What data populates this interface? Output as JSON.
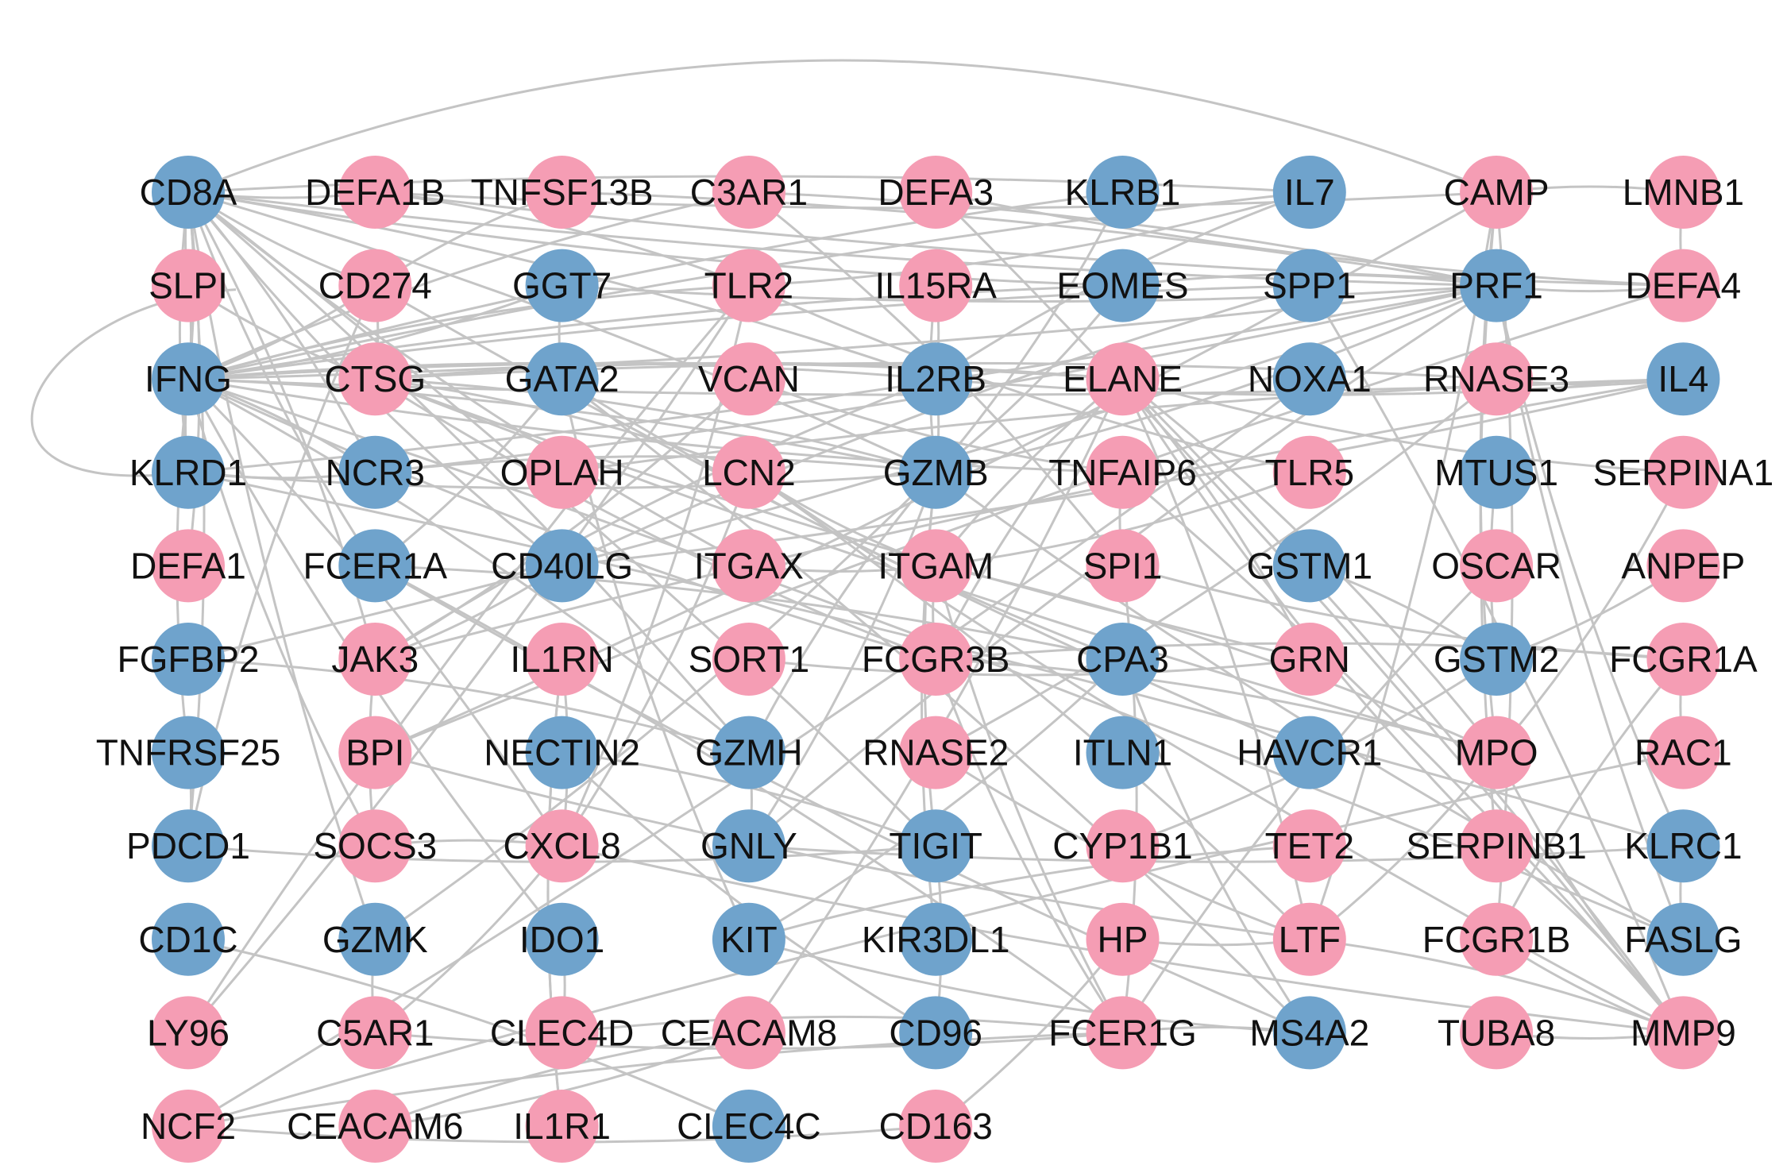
{
  "colors": {
    "down": "#6fa3cc",
    "up": "#f59db4",
    "edge": "#c4c4c4",
    "label": "#111111",
    "background": "#ffffff"
  },
  "network": {
    "nodes": [
      {
        "id": "CD8A",
        "group": "down"
      },
      {
        "id": "DEFA1B",
        "group": "up"
      },
      {
        "id": "TNFSF13B",
        "group": "up"
      },
      {
        "id": "C3AR1",
        "group": "up"
      },
      {
        "id": "DEFA3",
        "group": "up"
      },
      {
        "id": "KLRB1",
        "group": "down"
      },
      {
        "id": "IL7",
        "group": "down"
      },
      {
        "id": "CAMP",
        "group": "up"
      },
      {
        "id": "LMNB1",
        "group": "up"
      },
      {
        "id": "SLPI",
        "group": "up"
      },
      {
        "id": "CD274",
        "group": "up"
      },
      {
        "id": "GGT7",
        "group": "down"
      },
      {
        "id": "TLR2",
        "group": "up"
      },
      {
        "id": "IL15RA",
        "group": "up"
      },
      {
        "id": "EOMES",
        "group": "down"
      },
      {
        "id": "SPP1",
        "group": "down"
      },
      {
        "id": "PRF1",
        "group": "down"
      },
      {
        "id": "DEFA4",
        "group": "up"
      },
      {
        "id": "IFNG",
        "group": "down"
      },
      {
        "id": "CTSG",
        "group": "up"
      },
      {
        "id": "GATA2",
        "group": "down"
      },
      {
        "id": "VCAN",
        "group": "up"
      },
      {
        "id": "IL2RB",
        "group": "down"
      },
      {
        "id": "ELANE",
        "group": "up"
      },
      {
        "id": "NOXA1",
        "group": "down"
      },
      {
        "id": "RNASE3",
        "group": "up"
      },
      {
        "id": "IL4",
        "group": "down"
      },
      {
        "id": "KLRD1",
        "group": "down"
      },
      {
        "id": "NCR3",
        "group": "down"
      },
      {
        "id": "OPLAH",
        "group": "up"
      },
      {
        "id": "LCN2",
        "group": "up"
      },
      {
        "id": "GZMB",
        "group": "down"
      },
      {
        "id": "TNFAIP6",
        "group": "up"
      },
      {
        "id": "TLR5",
        "group": "up"
      },
      {
        "id": "MTUS1",
        "group": "down"
      },
      {
        "id": "SERPINA1",
        "group": "up"
      },
      {
        "id": "DEFA1",
        "group": "up"
      },
      {
        "id": "FCER1A",
        "group": "down"
      },
      {
        "id": "CD40LG",
        "group": "down"
      },
      {
        "id": "ITGAX",
        "group": "up"
      },
      {
        "id": "ITGAM",
        "group": "up"
      },
      {
        "id": "SPI1",
        "group": "up"
      },
      {
        "id": "GSTM1",
        "group": "down"
      },
      {
        "id": "OSCAR",
        "group": "up"
      },
      {
        "id": "ANPEP",
        "group": "up"
      },
      {
        "id": "FGFBP2",
        "group": "down"
      },
      {
        "id": "JAK3",
        "group": "up"
      },
      {
        "id": "IL1RN",
        "group": "up"
      },
      {
        "id": "SORT1",
        "group": "up"
      },
      {
        "id": "FCGR3B",
        "group": "up"
      },
      {
        "id": "CPA3",
        "group": "down"
      },
      {
        "id": "GRN",
        "group": "up"
      },
      {
        "id": "GSTM2",
        "group": "down"
      },
      {
        "id": "FCGR1A",
        "group": "up"
      },
      {
        "id": "TNFRSF25",
        "group": "down"
      },
      {
        "id": "BPI",
        "group": "up"
      },
      {
        "id": "NECTIN2",
        "group": "down"
      },
      {
        "id": "GZMH",
        "group": "down"
      },
      {
        "id": "RNASE2",
        "group": "up"
      },
      {
        "id": "ITLN1",
        "group": "down"
      },
      {
        "id": "HAVCR1",
        "group": "down"
      },
      {
        "id": "MPO",
        "group": "up"
      },
      {
        "id": "RAC1",
        "group": "up"
      },
      {
        "id": "PDCD1",
        "group": "down"
      },
      {
        "id": "SOCS3",
        "group": "up"
      },
      {
        "id": "CXCL8",
        "group": "up"
      },
      {
        "id": "GNLY",
        "group": "down"
      },
      {
        "id": "TIGIT",
        "group": "down"
      },
      {
        "id": "CYP1B1",
        "group": "up"
      },
      {
        "id": "TET2",
        "group": "up"
      },
      {
        "id": "SERPINB1",
        "group": "up"
      },
      {
        "id": "KLRC1",
        "group": "down"
      },
      {
        "id": "CD1C",
        "group": "down"
      },
      {
        "id": "GZMK",
        "group": "down"
      },
      {
        "id": "IDO1",
        "group": "down"
      },
      {
        "id": "KIT",
        "group": "down"
      },
      {
        "id": "KIR3DL1",
        "group": "down"
      },
      {
        "id": "HP",
        "group": "up"
      },
      {
        "id": "LTF",
        "group": "up"
      },
      {
        "id": "FCGR1B",
        "group": "up"
      },
      {
        "id": "FASLG",
        "group": "down"
      },
      {
        "id": "LY96",
        "group": "up"
      },
      {
        "id": "C5AR1",
        "group": "up"
      },
      {
        "id": "CLEC4D",
        "group": "up"
      },
      {
        "id": "CEACAM8",
        "group": "up"
      },
      {
        "id": "CD96",
        "group": "down"
      },
      {
        "id": "FCER1G",
        "group": "up"
      },
      {
        "id": "MS4A2",
        "group": "down"
      },
      {
        "id": "TUBA8",
        "group": "up"
      },
      {
        "id": "MMP9",
        "group": "up"
      },
      {
        "id": "NCF2",
        "group": "up"
      },
      {
        "id": "CEACAM6",
        "group": "up"
      },
      {
        "id": "IL1R1",
        "group": "up"
      },
      {
        "id": "CLEC4C",
        "group": "down"
      },
      {
        "id": "CD163",
        "group": "up"
      }
    ],
    "edges": [
      [
        "CD8A",
        "CAMP"
      ],
      [
        "CD8A",
        "SLPI"
      ],
      [
        "CD8A",
        "IFNG"
      ],
      [
        "CD8A",
        "KLRD1"
      ],
      [
        "CD8A",
        "GZMB"
      ],
      [
        "CD8A",
        "PRF1"
      ],
      [
        "CD8A",
        "IL7"
      ],
      [
        "CD8A",
        "CD274"
      ],
      [
        "CD8A",
        "NCR3"
      ],
      [
        "CD8A",
        "CD40LG"
      ],
      [
        "CD8A",
        "GZMH"
      ],
      [
        "CD8A",
        "GZMK"
      ],
      [
        "CD8A",
        "IL2RB"
      ],
      [
        "CD8A",
        "EOMES"
      ],
      [
        "CD8A",
        "TIGIT"
      ],
      [
        "CD8A",
        "FCER1A"
      ],
      [
        "CD8A",
        "JAK3"
      ],
      [
        "CD8A",
        "DEFA1B"
      ],
      [
        "CD8A",
        "PDCD1"
      ],
      [
        "DEFA1B",
        "DEFA4"
      ],
      [
        "DEFA1B",
        "TLR2"
      ],
      [
        "DEFA1B",
        "CAMP"
      ],
      [
        "TNFSF13B",
        "PRF1"
      ],
      [
        "TNFSF13B",
        "CD274"
      ],
      [
        "C3AR1",
        "SPI1"
      ],
      [
        "C3AR1",
        "IFNG"
      ],
      [
        "C3AR1",
        "PRF1"
      ],
      [
        "DEFA3",
        "DEFA4"
      ],
      [
        "DEFA3",
        "MMP9"
      ],
      [
        "KLRB1",
        "IFNG"
      ],
      [
        "KLRB1",
        "GZMB"
      ],
      [
        "IL7",
        "IFNG"
      ],
      [
        "IL7",
        "TLR2"
      ],
      [
        "IL7",
        "IL2RB"
      ],
      [
        "CAMP",
        "LTF"
      ],
      [
        "CAMP",
        "MPO"
      ],
      [
        "CAMP",
        "LMNB1"
      ],
      [
        "CAMP",
        "SERPINB1"
      ],
      [
        "CAMP",
        "FCGR1B"
      ],
      [
        "LMNB1",
        "DEFA4"
      ],
      [
        "SLPI",
        "IFNG"
      ],
      [
        "SLPI",
        "CTSG"
      ],
      [
        "CD274",
        "IFNG"
      ],
      [
        "CD274",
        "PDCD1"
      ],
      [
        "CD274",
        "CTSG"
      ],
      [
        "GGT7",
        "GATA2"
      ],
      [
        "GGT7",
        "IFNG"
      ],
      [
        "GGT7",
        "PRF1"
      ],
      [
        "TLR2",
        "CXCL8"
      ],
      [
        "TLR2",
        "TLR5"
      ],
      [
        "TLR2",
        "LY96"
      ],
      [
        "TLR2",
        "IFNG"
      ],
      [
        "IL15RA",
        "IL2RB"
      ],
      [
        "IL15RA",
        "GZMB"
      ],
      [
        "EOMES",
        "GZMB"
      ],
      [
        "EOMES",
        "IFNG"
      ],
      [
        "EOMES",
        "PRF1"
      ],
      [
        "SPP1",
        "CD40LG"
      ],
      [
        "SPP1",
        "MMP9"
      ],
      [
        "SPP1",
        "IFNG"
      ],
      [
        "PRF1",
        "GZMB"
      ],
      [
        "PRF1",
        "GNLY"
      ],
      [
        "PRF1",
        "KLRD1"
      ],
      [
        "PRF1",
        "FASLG"
      ],
      [
        "PRF1",
        "IFNG"
      ],
      [
        "PRF1",
        "KLRC1"
      ],
      [
        "PRF1",
        "NCR3"
      ],
      [
        "PRF1",
        "DEFA4"
      ],
      [
        "IFNG",
        "GZMB"
      ],
      [
        "IFNG",
        "KLRD1"
      ],
      [
        "IFNG",
        "NCR3"
      ],
      [
        "IFNG",
        "IL4"
      ],
      [
        "IFNG",
        "CXCL8"
      ],
      [
        "IFNG",
        "IDO1"
      ],
      [
        "IFNG",
        "IL2RB"
      ],
      [
        "IFNG",
        "SOCS3"
      ],
      [
        "IFNG",
        "FASLG"
      ],
      [
        "IFNG",
        "TNFRSF25"
      ],
      [
        "IFNG",
        "GZMH"
      ],
      [
        "IFNG",
        "FCGR3B"
      ],
      [
        "IFNG",
        "ELANE"
      ],
      [
        "IFNG",
        "TNFAIP6"
      ],
      [
        "CTSG",
        "ELANE"
      ],
      [
        "CTSG",
        "MPO"
      ],
      [
        "CTSG",
        "LCN2"
      ],
      [
        "CTSG",
        "GRN"
      ],
      [
        "CTSG",
        "GZMB"
      ],
      [
        "CTSG",
        "FCGR3B"
      ],
      [
        "CTSG",
        "RNASE3"
      ],
      [
        "GATA2",
        "KIT"
      ],
      [
        "GATA2",
        "MS4A2"
      ],
      [
        "GATA2",
        "CPA3"
      ],
      [
        "GATA2",
        "FCER1A"
      ],
      [
        "VCAN",
        "TNFAIP6"
      ],
      [
        "VCAN",
        "JAK3"
      ],
      [
        "IL2RB",
        "JAK3"
      ],
      [
        "IL2RB",
        "GZMB"
      ],
      [
        "IL2RB",
        "IL4"
      ],
      [
        "ELANE",
        "MPO"
      ],
      [
        "ELANE",
        "SERPINA1"
      ],
      [
        "ELANE",
        "LTF"
      ],
      [
        "ELANE",
        "SERPINB1"
      ],
      [
        "ELANE",
        "MMP9"
      ],
      [
        "ELANE",
        "FCGR3B"
      ],
      [
        "ELANE",
        "CEACAM8"
      ],
      [
        "ELANE",
        "ITGAM"
      ],
      [
        "NOXA1",
        "NCF2"
      ],
      [
        "RNASE3",
        "IL4"
      ],
      [
        "RNASE3",
        "RNASE2"
      ],
      [
        "KLRD1",
        "GZMB"
      ],
      [
        "KLRD1",
        "KLRC1"
      ],
      [
        "KLRD1",
        "NCR3"
      ],
      [
        "NCR3",
        "GZMB"
      ],
      [
        "NCR3",
        "IFNG"
      ],
      [
        "OPLAH",
        "IL4"
      ],
      [
        "LCN2",
        "MMP9"
      ],
      [
        "LCN2",
        "LTF"
      ],
      [
        "LCN2",
        "ITGAM"
      ],
      [
        "LCN2",
        "CXCL8"
      ],
      [
        "GZMB",
        "GZMH"
      ],
      [
        "GZMB",
        "GNLY"
      ],
      [
        "GZMB",
        "TIGIT"
      ],
      [
        "GZMB",
        "GZMK"
      ],
      [
        "GZMB",
        "FASLG"
      ],
      [
        "TNFAIP6",
        "MMP9"
      ],
      [
        "TNFAIP6",
        "SPI1"
      ],
      [
        "TLR5",
        "ITGAM"
      ],
      [
        "MTUS1",
        "GSTM2"
      ],
      [
        "SERPINA1",
        "MPO"
      ],
      [
        "DEFA1",
        "CD8A"
      ],
      [
        "FCER1A",
        "FCER1G"
      ],
      [
        "FCER1A",
        "MS4A2"
      ],
      [
        "FCER1A",
        "CPA3"
      ],
      [
        "CD40LG",
        "IL4"
      ],
      [
        "CD40LG",
        "JAK3"
      ],
      [
        "ITGAX",
        "ITGAM"
      ],
      [
        "ITGAX",
        "CD8A"
      ],
      [
        "ITGAM",
        "FCGR3B"
      ],
      [
        "ITGAM",
        "MPO"
      ],
      [
        "ITGAM",
        "FCER1G"
      ],
      [
        "SPI1",
        "FCER1G"
      ],
      [
        "SPI1",
        "FCGR1A"
      ],
      [
        "GSTM1",
        "GSTM2"
      ],
      [
        "OSCAR",
        "FCER1G"
      ],
      [
        "ANPEP",
        "GSTM2"
      ],
      [
        "FGFBP2",
        "PRF1"
      ],
      [
        "FGFBP2",
        "GZMH"
      ],
      [
        "JAK3",
        "SOCS3"
      ],
      [
        "JAK3",
        "IL4"
      ],
      [
        "IL1RN",
        "IL1R1"
      ],
      [
        "IL1RN",
        "CXCL8"
      ],
      [
        "SORT1",
        "GRN"
      ],
      [
        "FCGR3B",
        "FCGR1A"
      ],
      [
        "FCGR3B",
        "FCER1G"
      ],
      [
        "FCGR3B",
        "MPO"
      ],
      [
        "CPA3",
        "MS4A2"
      ],
      [
        "CPA3",
        "KIT"
      ],
      [
        "GRN",
        "ELANE"
      ],
      [
        "GSTM2",
        "CYP1B1"
      ],
      [
        "FCGR1A",
        "FCGR1B"
      ],
      [
        "TNFRSF25",
        "PDCD1"
      ],
      [
        "BPI",
        "LTF"
      ],
      [
        "BPI",
        "DEFA4"
      ],
      [
        "BPI",
        "CAMP"
      ],
      [
        "NECTIN2",
        "TIGIT"
      ],
      [
        "NECTIN2",
        "CD96"
      ],
      [
        "GZMH",
        "GNLY"
      ],
      [
        "RNASE2",
        "LTF"
      ],
      [
        "HAVCR1",
        "CD274"
      ],
      [
        "MPO",
        "MMP9"
      ],
      [
        "MPO",
        "LTF"
      ],
      [
        "RAC1",
        "NCF2"
      ],
      [
        "RAC1",
        "FCGR1A"
      ],
      [
        "PDCD1",
        "TIGIT"
      ],
      [
        "SOCS3",
        "CXCL8"
      ],
      [
        "CXCL8",
        "MMP9"
      ],
      [
        "CXCL8",
        "C5AR1"
      ],
      [
        "GNLY",
        "KLRC1"
      ],
      [
        "TIGIT",
        "CD96"
      ],
      [
        "TET2",
        "KIT"
      ],
      [
        "SERPINB1",
        "MMP9"
      ],
      [
        "KLRC1",
        "FASLG"
      ],
      [
        "CD1C",
        "CLEC4C"
      ],
      [
        "GZMK",
        "C5AR1"
      ],
      [
        "IDO1",
        "CLEC4D"
      ],
      [
        "KIT",
        "MS4A2"
      ],
      [
        "KIR3DL1",
        "GZMB"
      ],
      [
        "HP",
        "LTF"
      ],
      [
        "LTF",
        "MMP9"
      ],
      [
        "FCGR1B",
        "MMP9"
      ],
      [
        "LY96",
        "TLR2"
      ],
      [
        "C5AR1",
        "FCER1G"
      ],
      [
        "CLEC4D",
        "FCER1G"
      ],
      [
        "CEACAM8",
        "CEACAM6"
      ],
      [
        "FCER1G",
        "MS4A2"
      ],
      [
        "TUBA8",
        "MMP9"
      ],
      [
        "NCF2",
        "FCER1G"
      ],
      [
        "CEACAM6",
        "CEACAM8"
      ],
      [
        "IL1R1",
        "IL1RN"
      ],
      [
        "CD163",
        "HP"
      ],
      [
        "CD163",
        "NCF2"
      ]
    ]
  }
}
